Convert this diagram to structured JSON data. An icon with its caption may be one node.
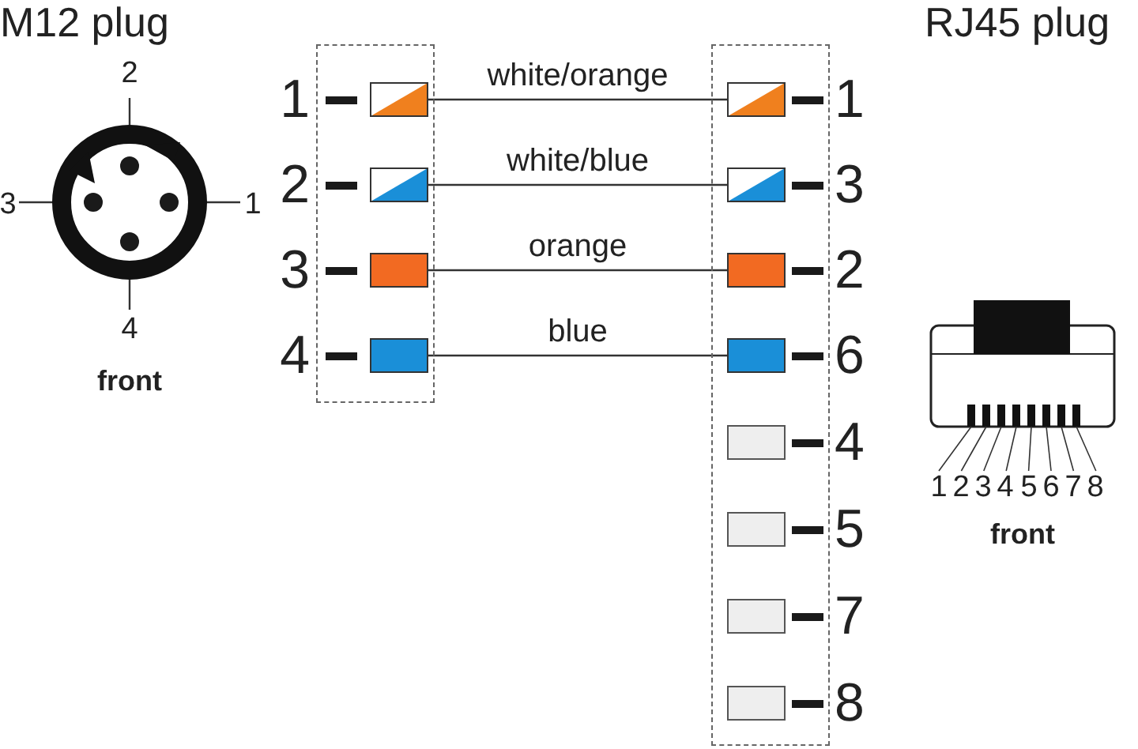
{
  "diagram": {
    "nodes": [
      {
        "text": [],
        "shape": "box"
      },
      {
        "text": [],
        "shape": "box",
        "in": 0,
        "beside": [
          "1"
        ]
      },
      {
        "text": [],
        "shape": "box",
        "in": 0,
        "beside": [
          "2"
        ]
      },
      {
        "text": [],
        "shape": "box",
        "in": 0,
        "beside": [
          "3"
        ]
      },
      {
        "text": [],
        "shape": "box",
        "in": 0,
        "beside": [
          "4"
        ]
      },
      {
        "text": [],
        "shape": "box"
      },
      {
        "text": [],
        "shape": "box",
        "in": 5,
        "beside": [
          "1"
        ]
      },
      {
        "text": [],
        "shape": "box",
        "in": 5,
        "beside": [
          "3"
        ]
      },
      {
        "text": [],
        "shape": "box",
        "in": 5,
        "beside": [
          "2"
        ]
      },
      {
        "text": [],
        "shape": "box",
        "in": 5,
        "beside": [
          "6"
        ]
      },
      {
        "text": [],
        "shape": "box",
        "in": 5,
        "beside": [
          "4"
        ]
      },
      {
        "text": [],
        "shape": "box",
        "in": 5,
        "beside": [
          "5"
        ]
      },
      {
        "text": [],
        "shape": "box",
        "in": 5,
        "beside": [
          "7"
        ]
      },
      {
        "text": [],
        "shape": "box",
        "in": 5,
        "beside": [
          "8"
        ]
      }
    ],
    "edges": [
      {
        "from": 1,
        "to": 6,
        "arrow": "none",
        "label": "white/orange"
      },
      {
        "from": 2,
        "to": 7,
        "arrow": "none",
        "label": "white/blue"
      },
      {
        "from": 3,
        "to": 8,
        "arrow": "none",
        "label": "orange"
      },
      {
        "from": 4,
        "to": 9,
        "arrow": "none",
        "label": "blue"
      }
    ],
    "labels": [
      "M12 plug",
      "RJ45 plug",
      "2",
      "3",
      "1",
      "4",
      "front",
      "1",
      "2",
      "3",
      "4",
      "5",
      "6",
      "7",
      "8",
      "front"
    ]
  }
}
